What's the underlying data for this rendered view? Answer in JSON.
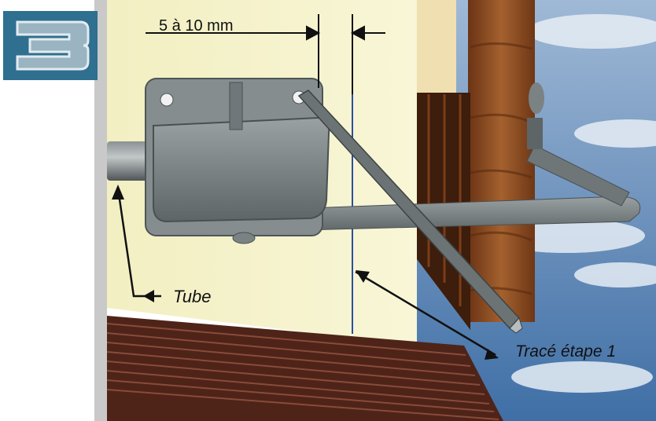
{
  "step": {
    "number": "3",
    "color": "#2f6f8f"
  },
  "dimension": {
    "label": "5 à 10 mm"
  },
  "callouts": {
    "tube": "Tube",
    "trace": "Tracé étape 1"
  },
  "colors": {
    "wall": "#f5f2c8",
    "bracket": "#6f7678",
    "bracket_light": "#8f9698",
    "wood": "#8a4a22",
    "decking": "#5a2a1e",
    "sky": "#7fa3c8",
    "trace_line": "#2a4fa0"
  }
}
